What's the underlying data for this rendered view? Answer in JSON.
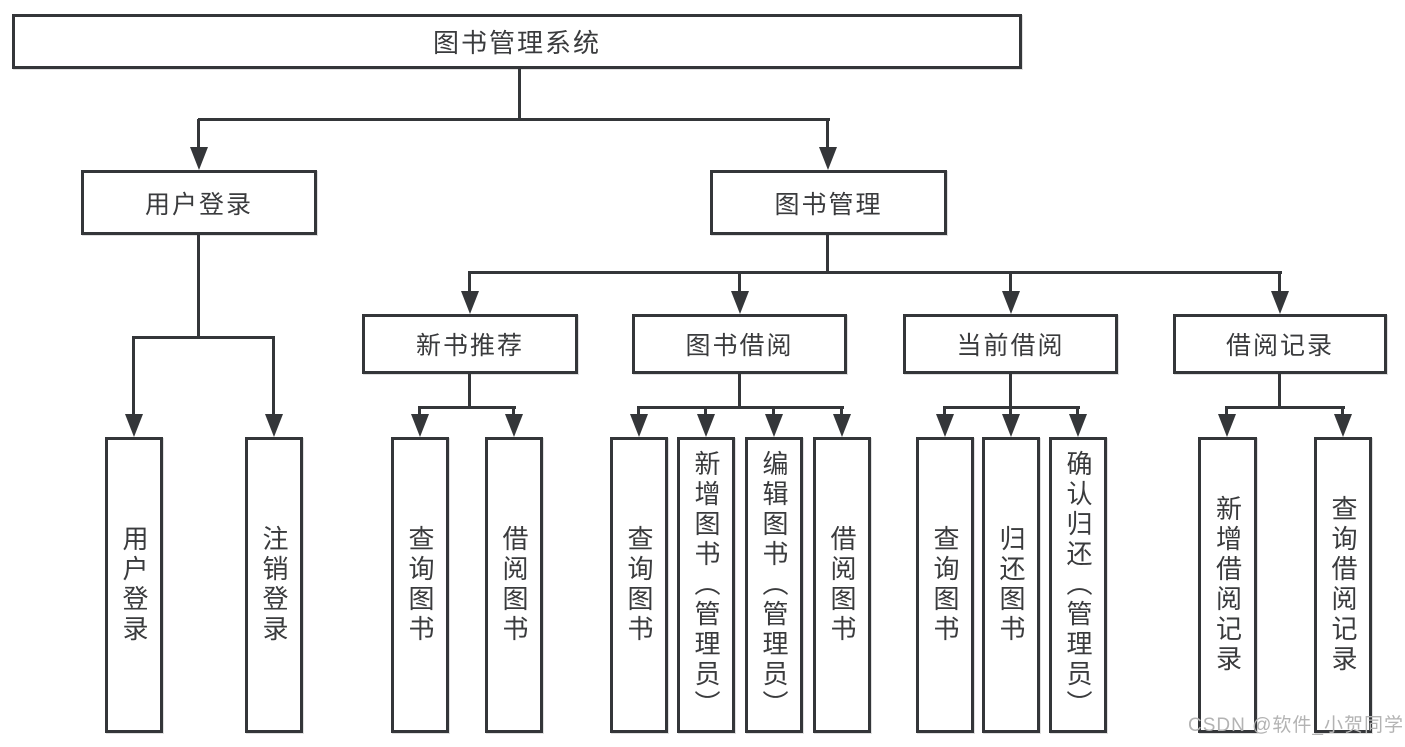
{
  "diagram_title": "图书管理系统",
  "nodes": {
    "root": "图书管理系统",
    "user_login": "用户登录",
    "book_management": "图书管理",
    "new_book_recommend": "新书推荐",
    "book_borrow": "图书借阅",
    "current_borrow": "当前借阅",
    "borrow_records": "借阅记录",
    "leaf_user_login": "用户登录",
    "leaf_logout": "注销登录",
    "leaf_query_books": "查询图书",
    "leaf_borrow_books": "借阅图书",
    "leaf_add_books_admin": "新增图书（管理员）",
    "leaf_edit_books_admin": "编辑图书（管理员）",
    "leaf_return_books": "归还图书",
    "leaf_confirm_return_admin": "确认归还（管理员）",
    "leaf_add_borrow_record": "新增借阅记录",
    "leaf_query_borrow_record": "查询借阅记录"
  },
  "hierarchy": {
    "图书管理系统": [
      "用户登录",
      "图书管理"
    ],
    "用户登录": [
      "用户登录",
      "注销登录"
    ],
    "图书管理": [
      "新书推荐",
      "图书借阅",
      "当前借阅",
      "借阅记录"
    ],
    "新书推荐": [
      "查询图书",
      "借阅图书"
    ],
    "图书借阅": [
      "查询图书",
      "新增图书（管理员）",
      "编辑图书（管理员）",
      "借阅图书"
    ],
    "当前借阅": [
      "查询图书",
      "归还图书",
      "确认归还（管理员）"
    ],
    "借阅记录": [
      "新增借阅记录",
      "查询借阅记录"
    ]
  },
  "watermark": "CSDN @软件_小贺同学",
  "colors": {
    "line": "#343639",
    "text": "#3a3b3d",
    "box_background": "#ffffff",
    "page_background": "#ffffff",
    "watermark": "#b3b3b3"
  }
}
